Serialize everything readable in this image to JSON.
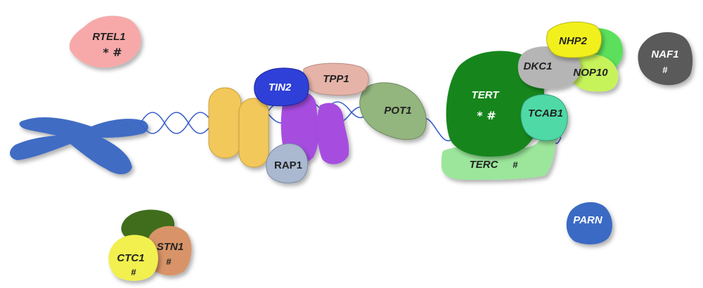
{
  "proteins": {
    "rtel1": {
      "name": "RTEL1",
      "marks": "* #"
    },
    "tin2": {
      "name": "TIN2"
    },
    "tpp1": {
      "name": "TPP1"
    },
    "pot1": {
      "name": "POT1"
    },
    "rap1": {
      "name": "RAP1"
    },
    "tert": {
      "name": "TERT",
      "marks": "* #"
    },
    "terc": {
      "name": "TERC",
      "marks": "#"
    },
    "tcab1": {
      "name": "TCAB1"
    },
    "dkc1": {
      "name": "DKC1"
    },
    "nhp2": {
      "name": "NHP2"
    },
    "nop10": {
      "name": "NOP10"
    },
    "naf1": {
      "name": "NAF1",
      "marks": "#"
    },
    "parn": {
      "name": "PARN"
    },
    "ctc1": {
      "name": "CTC1",
      "marks": "#"
    },
    "stn1": {
      "name": "STN1",
      "marks": "#"
    }
  },
  "colors": {
    "chromosome": "#3f6cc4",
    "dna": "#3a5fc9",
    "trf": "#f2c85a",
    "tin2": "#2f3fd8",
    "tpp1": "#e6b3a8",
    "pot1": "#93b57e",
    "rap1": "#aab8d0",
    "trf2": "#a64de0",
    "rtel1": "#f7a9a9",
    "tert": "#13861a",
    "terc": "#9be69b",
    "tcab1": "#4fd9a7",
    "dkc1": "#b5b5b5",
    "nhp2": "#f2f01e",
    "nop10": "#c6f35a",
    "gar1": "#5be05b",
    "naf1": "#5a5a5a",
    "parn": "#3a6bc4",
    "ctc1": "#f1f050",
    "stn1": "#d89467",
    "ctc1_complex": "#3f6d1c"
  }
}
